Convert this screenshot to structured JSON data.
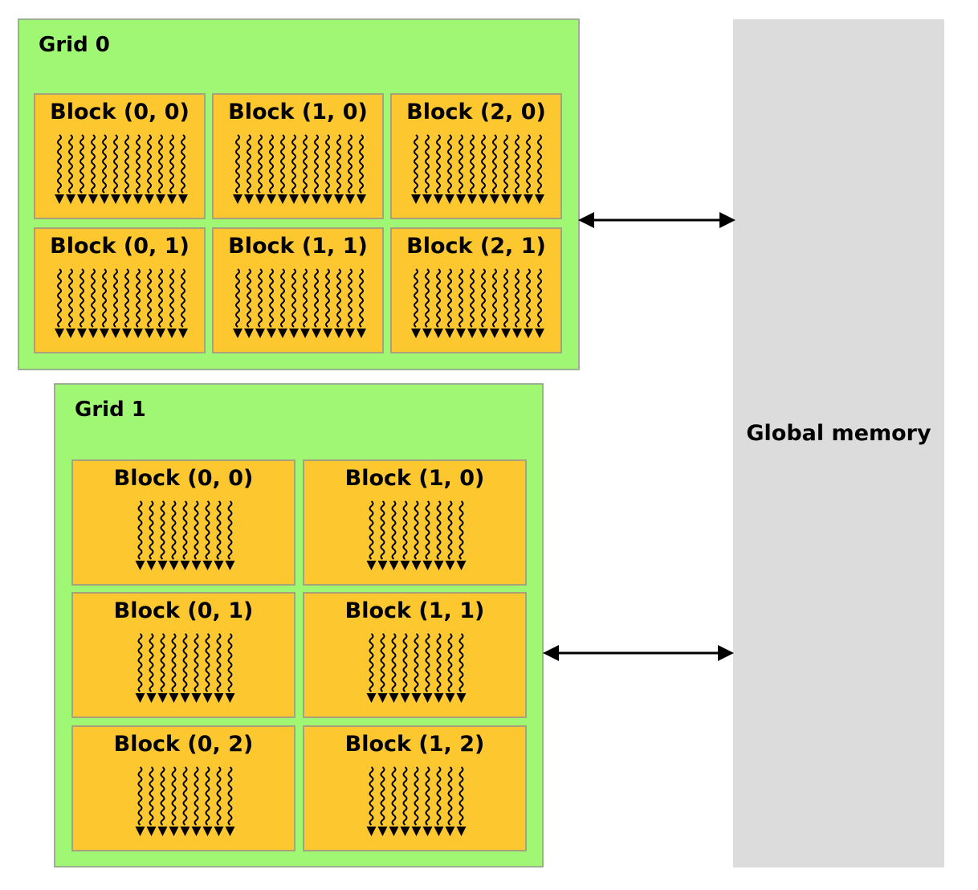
{
  "grid0": {
    "title": "Grid 0",
    "blocks": [
      "Block (0, 0)",
      "Block (1, 0)",
      "Block (2, 0)",
      "Block (0, 1)",
      "Block (1, 1)",
      "Block (2, 1)"
    ]
  },
  "grid1": {
    "title": "Grid 1",
    "blocks": [
      "Block (0, 0)",
      "Block (1, 0)",
      "Block (0, 1)",
      "Block (1, 1)",
      "Block (0, 2)",
      "Block (1, 2)"
    ]
  },
  "memory": {
    "label": "Global memory"
  },
  "colors": {
    "grid": "#a0f774",
    "block": "#fdc82f",
    "memory": "#dcdcdc"
  },
  "threads": {
    "grid0_per_block": 12,
    "grid1_per_block": 9
  }
}
